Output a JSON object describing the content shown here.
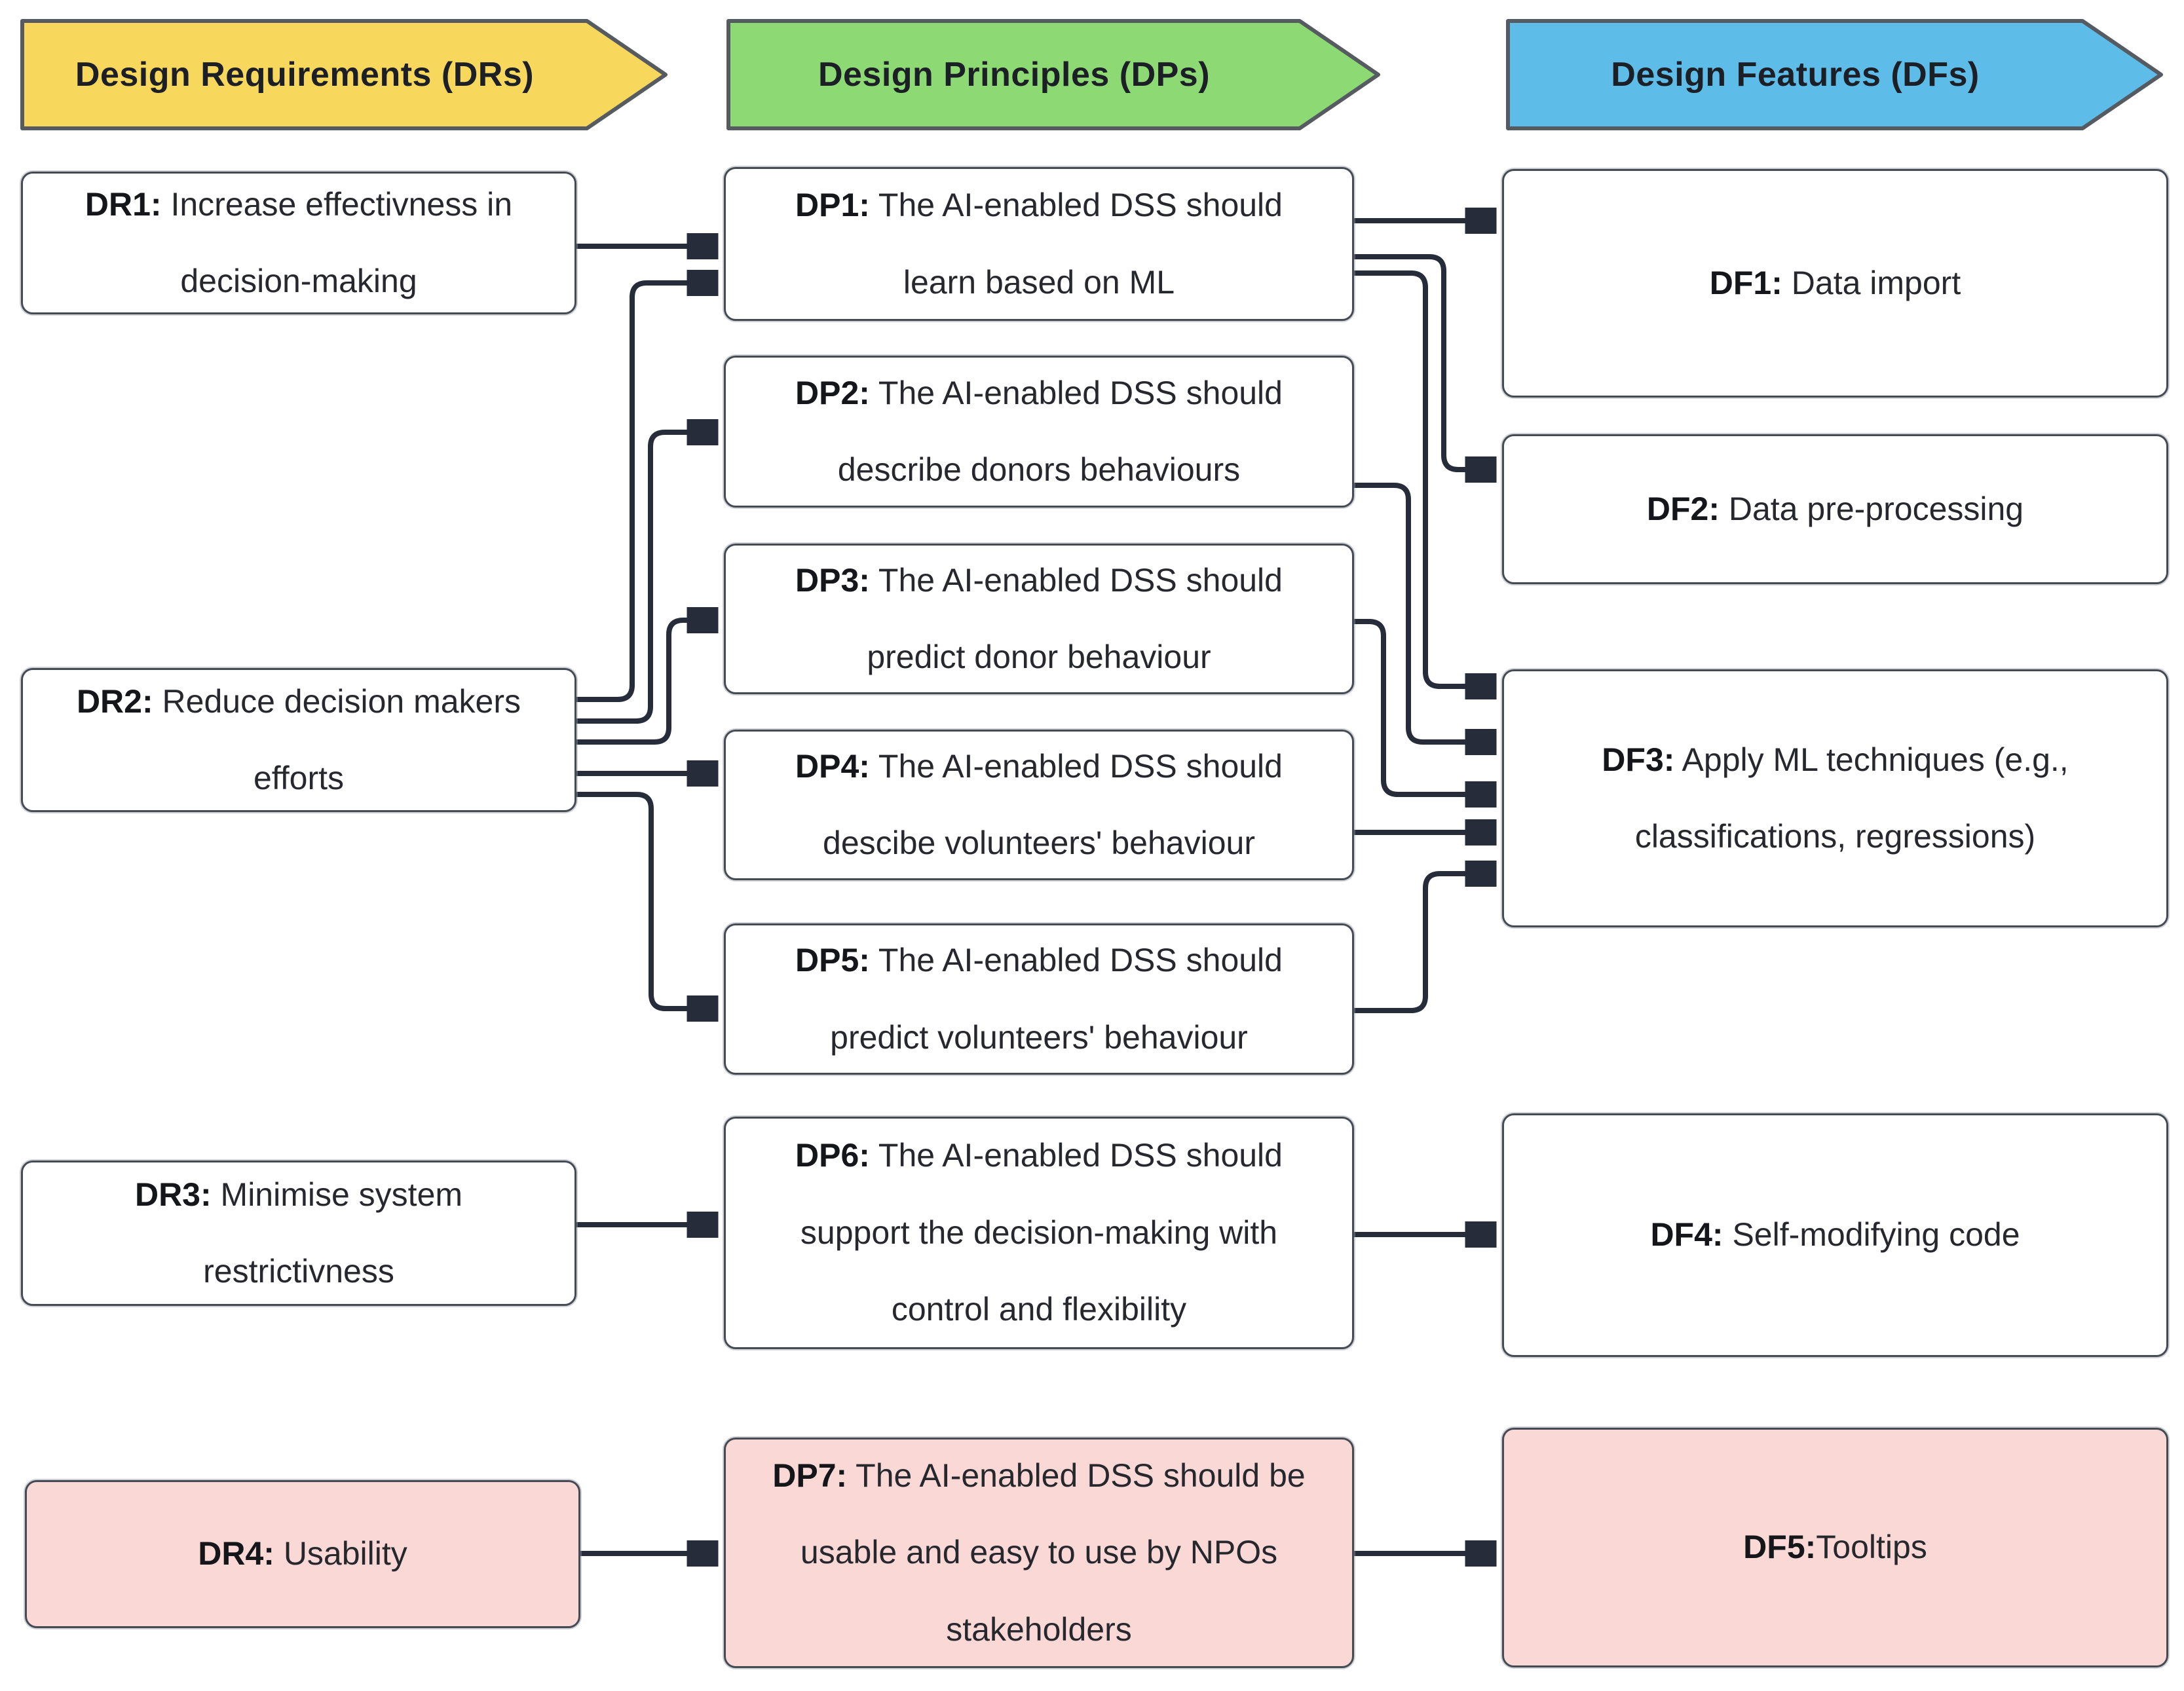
{
  "diagram": {
    "headers": [
      {
        "id": "DRs",
        "label": "Design Requirements (DRs)",
        "fill": "#f7d75c",
        "stroke": "#565a61"
      },
      {
        "id": "DPs",
        "label": "Design Principles (DPs)",
        "fill": "#8dd973",
        "stroke": "#565a61"
      },
      {
        "id": "DFs",
        "label": "Design Features (DFs)",
        "fill": "#5ebde8",
        "stroke": "#565a61"
      }
    ],
    "requirements": [
      {
        "id": "DR1",
        "label": "DR1:",
        "text": " Increase effectivness in decision-making",
        "highlighted": false
      },
      {
        "id": "DR2",
        "label": "DR2:",
        "text": " Reduce decision makers efforts",
        "highlighted": false
      },
      {
        "id": "DR3",
        "label": "DR3:",
        "text": " Minimise system restrictivness",
        "highlighted": false
      },
      {
        "id": "DR4",
        "label": "DR4:",
        "text": " Usability",
        "highlighted": true
      }
    ],
    "principles": [
      {
        "id": "DP1",
        "label": "DP1:",
        "text": " The AI-enabled DSS should learn based on ML",
        "highlighted": false
      },
      {
        "id": "DP2",
        "label": "DP2:",
        "text": " The AI-enabled DSS should describe donors behaviours",
        "highlighted": false
      },
      {
        "id": "DP3",
        "label": "DP3:",
        "text": " The AI-enabled DSS should predict donor behaviour",
        "highlighted": false
      },
      {
        "id": "DP4",
        "label": "DP4:",
        "text": " The AI-enabled DSS should descibe volunteers' behaviour",
        "highlighted": false
      },
      {
        "id": "DP5",
        "label": "DP5:",
        "text": " The AI-enabled DSS should predict volunteers' behaviour",
        "highlighted": false
      },
      {
        "id": "DP6",
        "label": "DP6:",
        "text": " The AI-enabled DSS should support the decision-making with control and flexibility",
        "highlighted": false
      },
      {
        "id": "DP7",
        "label": "DP7:",
        "text": " The AI-enabled DSS should be usable and easy to use by NPOs stakeholders",
        "highlighted": true
      }
    ],
    "features": [
      {
        "id": "DF1",
        "label": "DF1:",
        "text": " Data import",
        "highlighted": false
      },
      {
        "id": "DF2",
        "label": "DF2:",
        "text": " Data pre-processing",
        "highlighted": false
      },
      {
        "id": "DF3",
        "label": "DF3:",
        "text": " Apply ML techniques (e.g., classifications, regressions)",
        "highlighted": false
      },
      {
        "id": "DF4",
        "label": "DF4:",
        "text": " Self-modifying code",
        "highlighted": false
      },
      {
        "id": "DF5",
        "label": "DF5:",
        "text": "Tooltips",
        "highlighted": true
      }
    ],
    "edges": [
      {
        "from": "DR1",
        "to": "DP1"
      },
      {
        "from": "DR2",
        "to": "DP1"
      },
      {
        "from": "DR2",
        "to": "DP2"
      },
      {
        "from": "DR2",
        "to": "DP3"
      },
      {
        "from": "DR2",
        "to": "DP4"
      },
      {
        "from": "DR2",
        "to": "DP5"
      },
      {
        "from": "DR3",
        "to": "DP6"
      },
      {
        "from": "DR4",
        "to": "DP7"
      },
      {
        "from": "DP1",
        "to": "DF1"
      },
      {
        "from": "DP1",
        "to": "DF2"
      },
      {
        "from": "DP1",
        "to": "DF3"
      },
      {
        "from": "DP2",
        "to": "DF3"
      },
      {
        "from": "DP3",
        "to": "DF3"
      },
      {
        "from": "DP4",
        "to": "DF3"
      },
      {
        "from": "DP5",
        "to": "DF3"
      },
      {
        "from": "DP6",
        "to": "DF4"
      },
      {
        "from": "DP7",
        "to": "DF5"
      }
    ],
    "colors": {
      "requirements_header": "#f7d75c",
      "principles_header": "#8dd973",
      "features_header": "#5ebde8",
      "highlight_fill": "#f9d8d6",
      "node_fill": "#ffffff",
      "edge": "#262c39",
      "border": "#454a54"
    }
  }
}
